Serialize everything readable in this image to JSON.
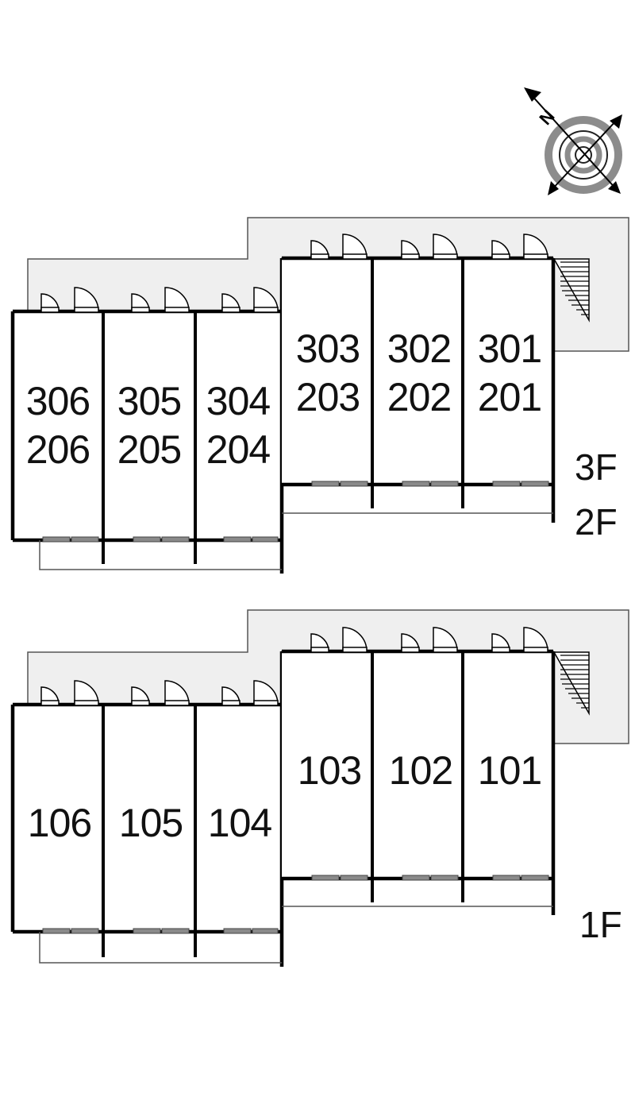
{
  "compass": {
    "north_label": "N"
  },
  "upper_plan": {
    "floor_labels": [
      "3F",
      "2F"
    ],
    "units_left": [
      {
        "top": "306",
        "bottom": "206"
      },
      {
        "top": "305",
        "bottom": "205"
      },
      {
        "top": "304",
        "bottom": "204"
      }
    ],
    "units_right": [
      {
        "top": "303",
        "bottom": "203"
      },
      {
        "top": "302",
        "bottom": "202"
      },
      {
        "top": "301",
        "bottom": "201"
      }
    ]
  },
  "lower_plan": {
    "floor_labels": [
      "1F"
    ],
    "units_left": [
      {
        "top": "106"
      },
      {
        "top": "105"
      },
      {
        "top": "104"
      }
    ],
    "units_right": [
      {
        "top": "103"
      },
      {
        "top": "102"
      },
      {
        "top": "101"
      }
    ]
  },
  "colors": {
    "wall": "#000000",
    "corridor_fill": "#efefef",
    "corridor_stroke": "#555555",
    "window": "#8a8a8a",
    "compass_ring": "#8c8c8c"
  }
}
